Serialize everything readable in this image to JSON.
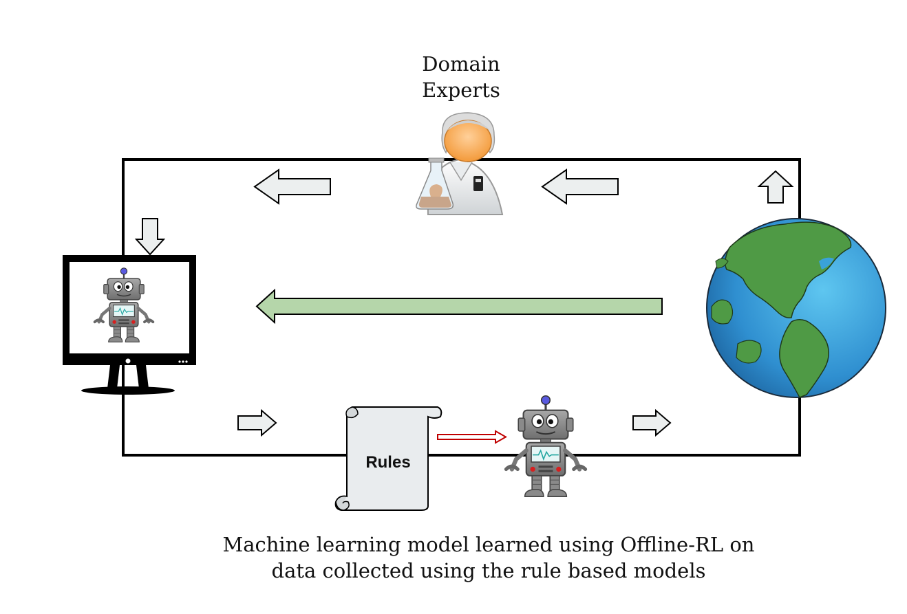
{
  "experts": {
    "line1": "Domain",
    "line2": "Experts"
  },
  "rules": {
    "label": "Rules"
  },
  "caption": {
    "line1": "Machine learning model learned using Offline-RL on",
    "line2": "data collected using the rule based models"
  },
  "icons": {
    "expert": "scientist-icon",
    "monitor": "monitor-robot-icon",
    "globe": "earth-globe-icon",
    "scroll": "rules-scroll-icon",
    "robot": "robot-icon"
  },
  "colors": {
    "outline": "#000000",
    "arrow_fill": "#ecefef",
    "feedback_arrow": "#b5d6aa",
    "ocean": "#3aa2d9",
    "land": "#4f9a45",
    "red_arrow": "#c00000"
  }
}
